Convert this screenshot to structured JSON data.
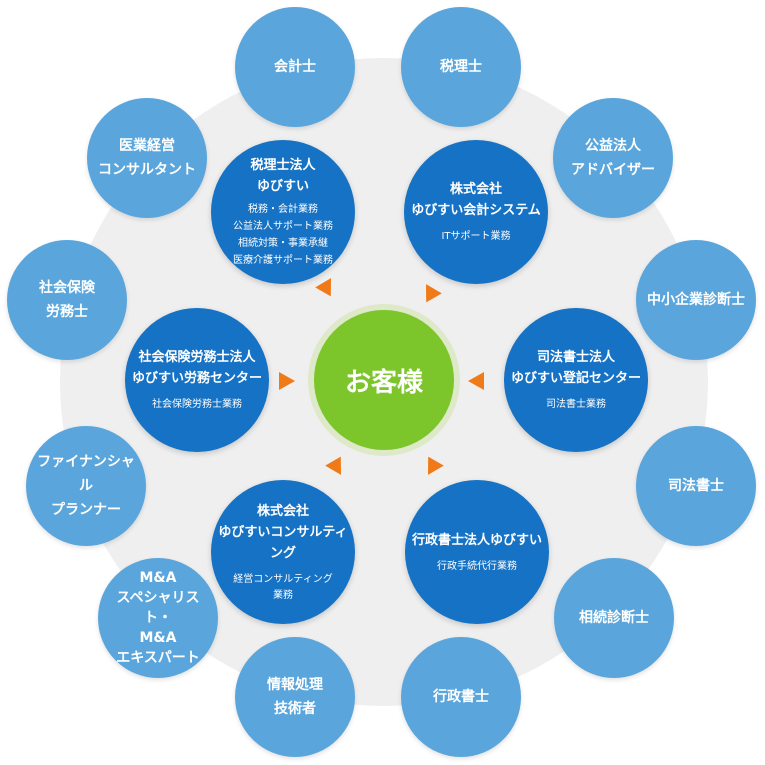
{
  "colors": {
    "outer": "#5aa6dc",
    "inner": "#1672c4",
    "center": "#7cc52b",
    "arrow": "#f07a18",
    "background_disc": "#efefef"
  },
  "center": {
    "label": "お客様"
  },
  "inner": [
    {
      "id": "zeirishi-houjin",
      "title": "税理士法人\nゆびすい",
      "sub": "税務・会計業務\n公益法人サポート業務\n相続対策・事業承継\n医療介護サポート業務"
    },
    {
      "id": "kaikei-system",
      "title": "株式会社\nゆびすい会計システム",
      "sub": "ITサポート業務"
    },
    {
      "id": "shihoshoshi-houjin",
      "title": "司法書士法人\nゆびすい登記センター",
      "sub": "司法書士業務"
    },
    {
      "id": "gyoseishoshi-houjin",
      "title": "行政書士法人ゆびすい",
      "sub": "行政手続代行業務"
    },
    {
      "id": "consulting",
      "title": "株式会社\nゆびすいコンサルティング",
      "sub": "経営コンサルティング\n業務"
    },
    {
      "id": "sharoushi-houjin",
      "title": "社会保険労務士法人\nゆびすい労務センター",
      "sub": "社会保険労務士業務"
    }
  ],
  "outer": [
    {
      "id": "kaikeishi",
      "label": "会計士"
    },
    {
      "id": "zeirishi",
      "label": "税理士"
    },
    {
      "id": "koueki",
      "label": "公益法人\nアドバイザー"
    },
    {
      "id": "chusho",
      "label": "中小企業診断士"
    },
    {
      "id": "shihoshoshi",
      "label": "司法書士"
    },
    {
      "id": "souzoku",
      "label": "相続診断士"
    },
    {
      "id": "gyoseishoshi",
      "label": "行政書士"
    },
    {
      "id": "joho",
      "label": "情報処理\n技術者"
    },
    {
      "id": "ma",
      "label": "M&A\nスペシャリスト・\nM&A\nエキスパート"
    },
    {
      "id": "fp",
      "label": "ファイナンシャル\nプランナー"
    },
    {
      "id": "sharoushi",
      "label": "社会保険\n労務士"
    },
    {
      "id": "iryo",
      "label": "医業経営\nコンサルタント"
    }
  ]
}
